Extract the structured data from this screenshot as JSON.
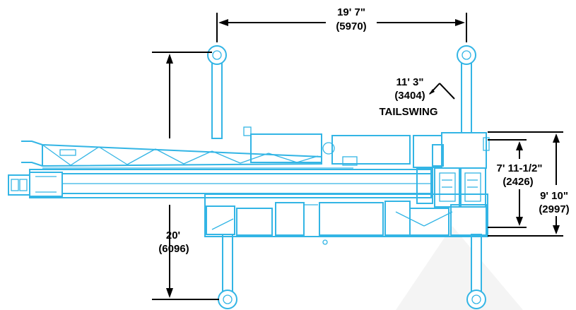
{
  "outrigger_spread_length": {
    "imperial": "19' 7\"",
    "metric": "(5970)"
  },
  "tailswing": {
    "imperial": "11' 3\"",
    "metric": "(3404)",
    "label": "TAILSWING"
  },
  "outrigger_spread_width": {
    "imperial": "20'",
    "metric": "(6096)"
  },
  "carrier_width_inner": {
    "imperial": "7' 11-1/2\"",
    "metric": "(2426)"
  },
  "carrier_width_overall": {
    "imperial": "9' 10\"",
    "metric": "(2997)"
  },
  "colors": {
    "outline": "#33b5e5",
    "dimension": "#000000",
    "background": "#ffffff"
  }
}
